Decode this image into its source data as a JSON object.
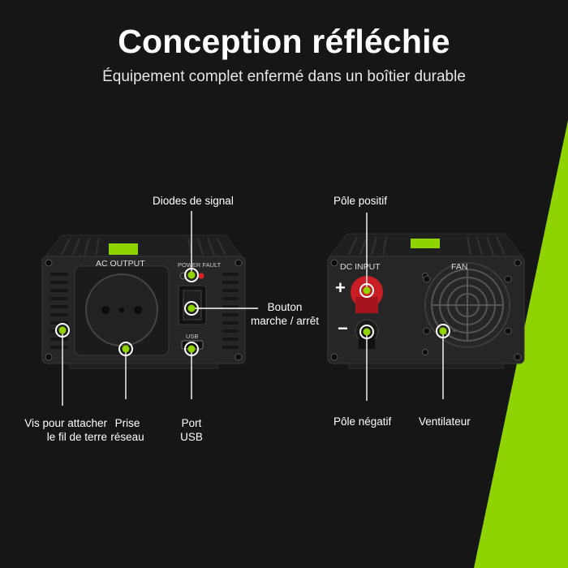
{
  "header": {
    "title": "Conception réfléchie",
    "subtitle": "Équipement complet enfermé dans un boîtier durable"
  },
  "left_panel": {
    "ac_output": "AC OUTPUT",
    "power_fault": "POWER FAULT",
    "usb": "USB"
  },
  "right_panel": {
    "dc_input": "DC INPUT",
    "fan": "FAN",
    "plus": "+",
    "minus": "−"
  },
  "callouts": {
    "diodes": "Diodes de signal",
    "bouton_1": "Bouton",
    "bouton_2": "marche / arrêt",
    "vis_1": "Vis pour attacher",
    "vis_2": "le fil de terre",
    "prise_1": "Prise",
    "prise_2": "réseau",
    "port_1": "Port",
    "port_2": "USB",
    "pole_positif": "Pôle positif",
    "pole_negatif": "Pôle négatif",
    "ventilateur": "Ventilateur"
  },
  "colors": {
    "accent_green": "#8fd400",
    "background": "#161616"
  }
}
